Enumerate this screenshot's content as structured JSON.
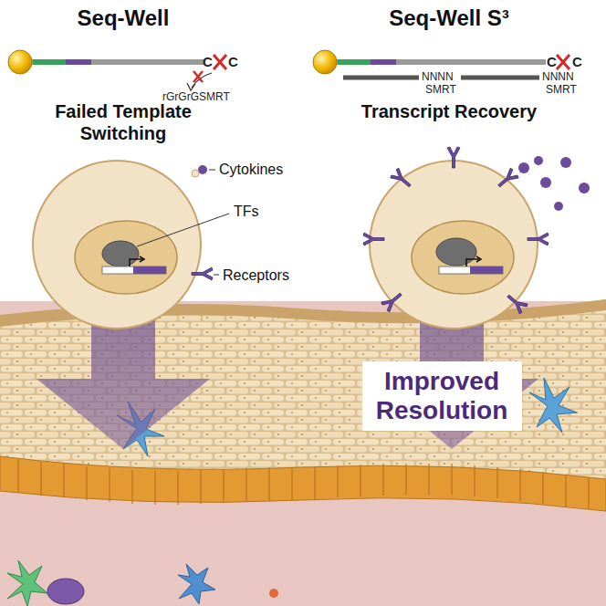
{
  "diagram": {
    "nodes": [
      {
        "text": [
          "Improved Resolution"
        ]
      }
    ],
    "labels": [
      "Seq-Well",
      "Seq-Well S³",
      "C",
      "C",
      "rGrGrGSMRT",
      "C",
      "C",
      "NNNN",
      "SMRT",
      "NNNN",
      "SMRT",
      "Failed Template Switching",
      "Transcript Recovery",
      "Cytokines",
      "TFs",
      "Receptors"
    ]
  }
}
